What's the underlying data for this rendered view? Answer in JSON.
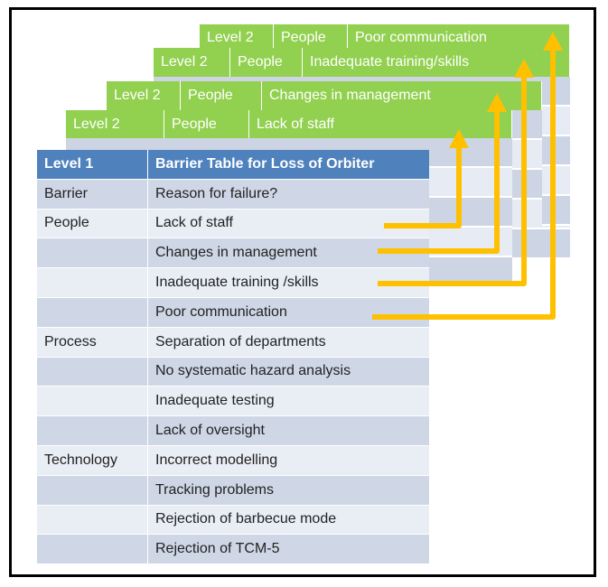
{
  "level2_tables": [
    {
      "level": "Level 2",
      "barrier": "People",
      "reason": "Poor communication"
    },
    {
      "level": "Level 2",
      "barrier": "People",
      "reason": "Inadequate training/skills"
    },
    {
      "level": "Level 2",
      "barrier": "People",
      "reason": "Changes in management"
    },
    {
      "level": "Level 2",
      "barrier": "People",
      "reason": "Lack of staff"
    }
  ],
  "main_table": {
    "header": {
      "c1": "Level 1",
      "c2": "Barrier Table for Loss of Orbiter"
    },
    "rows": [
      {
        "c1": "Barrier",
        "c2": "Reason for failure?"
      },
      {
        "c1": "People",
        "c2": "Lack of staff"
      },
      {
        "c1": "",
        "c2": "Changes in management"
      },
      {
        "c1": "",
        "c2": "Inadequate training /skills"
      },
      {
        "c1": "",
        "c2": "Poor communication"
      },
      {
        "c1": "Process",
        "c2": "Separation of departments"
      },
      {
        "c1": "",
        "c2": "No systematic hazard analysis"
      },
      {
        "c1": "",
        "c2": "Inadequate testing"
      },
      {
        "c1": "",
        "c2": "Lack of oversight"
      },
      {
        "c1": "Technology",
        "c2": "Incorrect modelling"
      },
      {
        "c1": "",
        "c2": "Tracking problems"
      },
      {
        "c1": "",
        "c2": "Rejection of barbecue mode"
      },
      {
        "c1": "",
        "c2": "Rejection of TCM-5"
      }
    ]
  },
  "colors": {
    "arrow": "#FFC000",
    "level2_header": "#92D050",
    "level1_header": "#4F81BD"
  }
}
